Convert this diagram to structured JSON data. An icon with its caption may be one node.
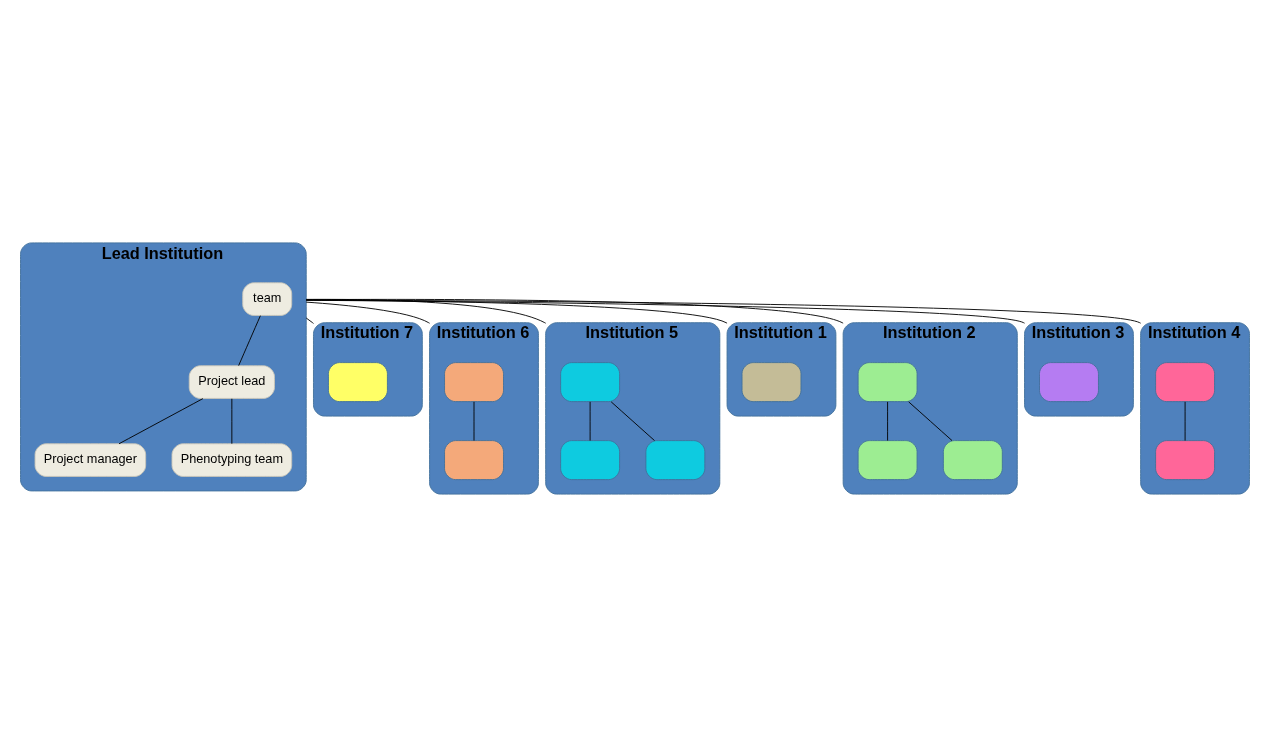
{
  "diagram": {
    "nodes": [
      {
        "text": [
          "Lead Institution"
        ]
      },
      {
        "text": [
          "team"
        ],
        "in": 0
      },
      {
        "text": [
          "Project lead"
        ],
        "in": 0
      },
      {
        "text": [
          "Project manager"
        ],
        "in": 0
      },
      {
        "text": [
          "Phenotyping team"
        ],
        "in": 0
      },
      {
        "text": [
          "Institution 7"
        ]
      },
      {
        "text": [],
        "shape": "box",
        "in": 5
      },
      {
        "text": [
          "Institution 6"
        ]
      },
      {
        "text": [],
        "shape": "box",
        "in": 7
      },
      {
        "text": [],
        "shape": "box",
        "in": 7
      },
      {
        "text": [
          "Institution 5"
        ]
      },
      {
        "text": [],
        "shape": "box",
        "in": 10
      },
      {
        "text": [],
        "shape": "box",
        "in": 10
      },
      {
        "text": [],
        "shape": "box",
        "in": 10
      },
      {
        "text": [
          "Institution 1"
        ]
      },
      {
        "text": [],
        "shape": "box",
        "in": 14
      },
      {
        "text": [
          "Institution 2"
        ]
      },
      {
        "text": [],
        "shape": "box",
        "in": 16
      },
      {
        "text": [],
        "shape": "box",
        "in": 16
      },
      {
        "text": [],
        "shape": "box",
        "in": 16
      },
      {
        "text": [
          "Institution 3"
        ]
      },
      {
        "text": [],
        "shape": "box",
        "in": 20
      },
      {
        "text": [
          "Institution 4"
        ]
      },
      {
        "text": [],
        "shape": "box",
        "in": 22
      },
      {
        "text": [],
        "shape": "box",
        "in": 22
      }
    ],
    "edges": [
      {
        "from": 1,
        "to": 2,
        "arrow": "none"
      },
      {
        "from": 2,
        "to": 3,
        "arrow": "none"
      },
      {
        "from": 2,
        "to": 4,
        "arrow": "none"
      },
      {
        "from": 0,
        "to": 5,
        "arrow": "none"
      },
      {
        "from": 0,
        "to": 7,
        "arrow": "none"
      },
      {
        "from": 0,
        "to": 10,
        "arrow": "none"
      },
      {
        "from": 0,
        "to": 14,
        "arrow": "none"
      },
      {
        "from": 0,
        "to": 16,
        "arrow": "none"
      },
      {
        "from": 0,
        "to": 20,
        "arrow": "none"
      },
      {
        "from": 0,
        "to": 22,
        "arrow": "none"
      },
      {
        "from": 8,
        "to": 9,
        "arrow": "none"
      },
      {
        "from": 11,
        "to": 12,
        "arrow": "none"
      },
      {
        "from": 11,
        "to": 13,
        "arrow": "none"
      },
      {
        "from": 17,
        "to": 18,
        "arrow": "none"
      },
      {
        "from": 17,
        "to": 19,
        "arrow": "none"
      },
      {
        "from": 23,
        "to": 24,
        "arrow": "none"
      }
    ]
  }
}
